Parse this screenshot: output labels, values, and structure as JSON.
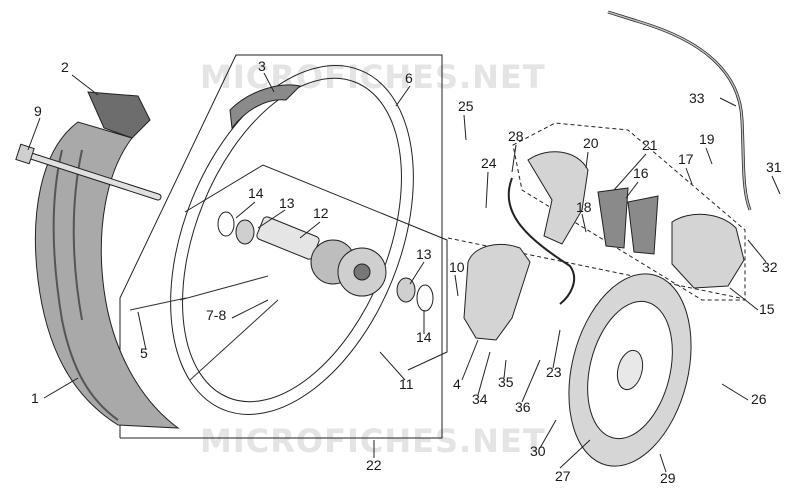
{
  "watermark": {
    "text": "MICROFICHES.NET"
  },
  "callouts": [
    "1",
    "2",
    "3",
    "4",
    "5",
    "6",
    "7-8",
    "9",
    "10",
    "11",
    "12",
    "13",
    "13",
    "14",
    "14",
    "15",
    "16",
    "17",
    "18",
    "19",
    "20",
    "21",
    "22",
    "23",
    "24",
    "25",
    "26",
    "27",
    "28",
    "29",
    "30",
    "31",
    "32",
    "33",
    "34",
    "35",
    "36"
  ],
  "colors": {
    "tire": "#a9a9a9",
    "tire_dark": "#6d6d6d",
    "metal": "#d2d2d2",
    "line": "#222222",
    "paper": "#ffffff"
  }
}
